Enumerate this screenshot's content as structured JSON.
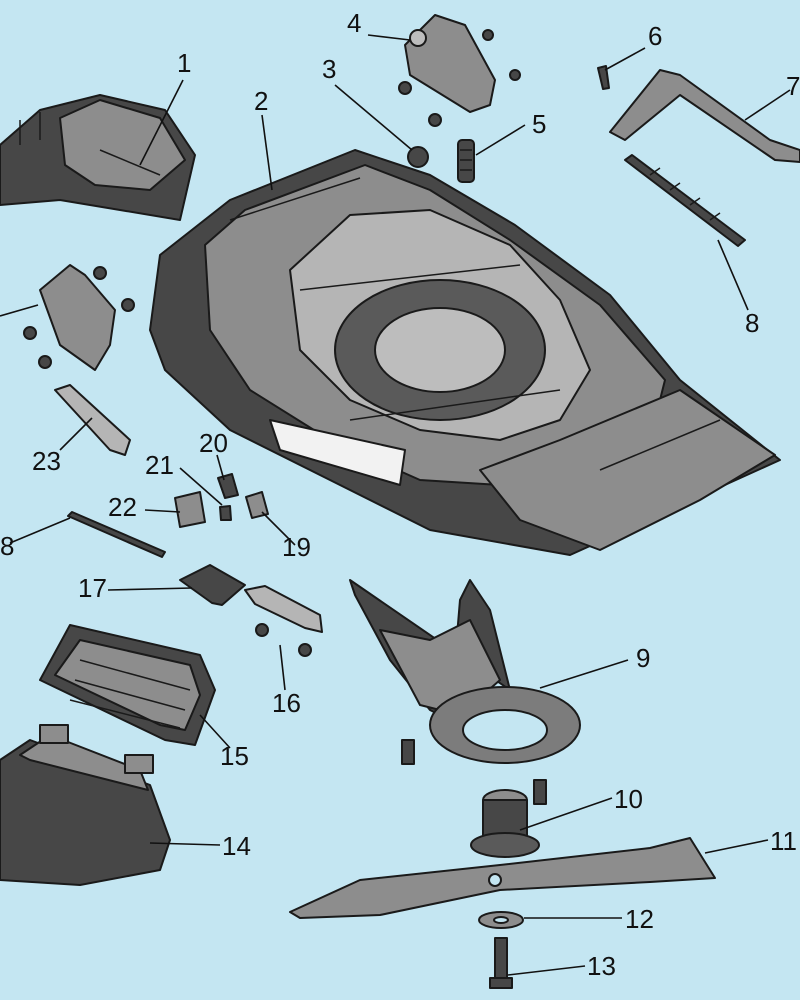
{
  "diagram": {
    "callouts": [
      {
        "id": "c1",
        "text": "1"
      },
      {
        "id": "c2",
        "text": "2"
      },
      {
        "id": "c3",
        "text": "3"
      },
      {
        "id": "c4",
        "text": "4"
      },
      {
        "id": "c5",
        "text": "5"
      },
      {
        "id": "c6",
        "text": "6"
      },
      {
        "id": "c7",
        "text": "7"
      },
      {
        "id": "c8a",
        "text": "8"
      },
      {
        "id": "c8b",
        "text": "8"
      },
      {
        "id": "c9",
        "text": "9"
      },
      {
        "id": "c10",
        "text": "10"
      },
      {
        "id": "c11",
        "text": "11"
      },
      {
        "id": "c12",
        "text": "12"
      },
      {
        "id": "c13",
        "text": "13"
      },
      {
        "id": "c14",
        "text": "14"
      },
      {
        "id": "c15",
        "text": "15"
      },
      {
        "id": "c16",
        "text": "16"
      },
      {
        "id": "c17",
        "text": "17"
      },
      {
        "id": "c19",
        "text": "19"
      },
      {
        "id": "c20",
        "text": "20"
      },
      {
        "id": "c21",
        "text": "21"
      },
      {
        "id": "c22",
        "text": "22"
      },
      {
        "id": "c23",
        "text": "23"
      }
    ]
  },
  "colors": {
    "background": "#c4e6f2",
    "part_dark": "#474747",
    "part_mid": "#8d8d8d",
    "part_light": "#b5b5b5",
    "line": "#111111"
  }
}
